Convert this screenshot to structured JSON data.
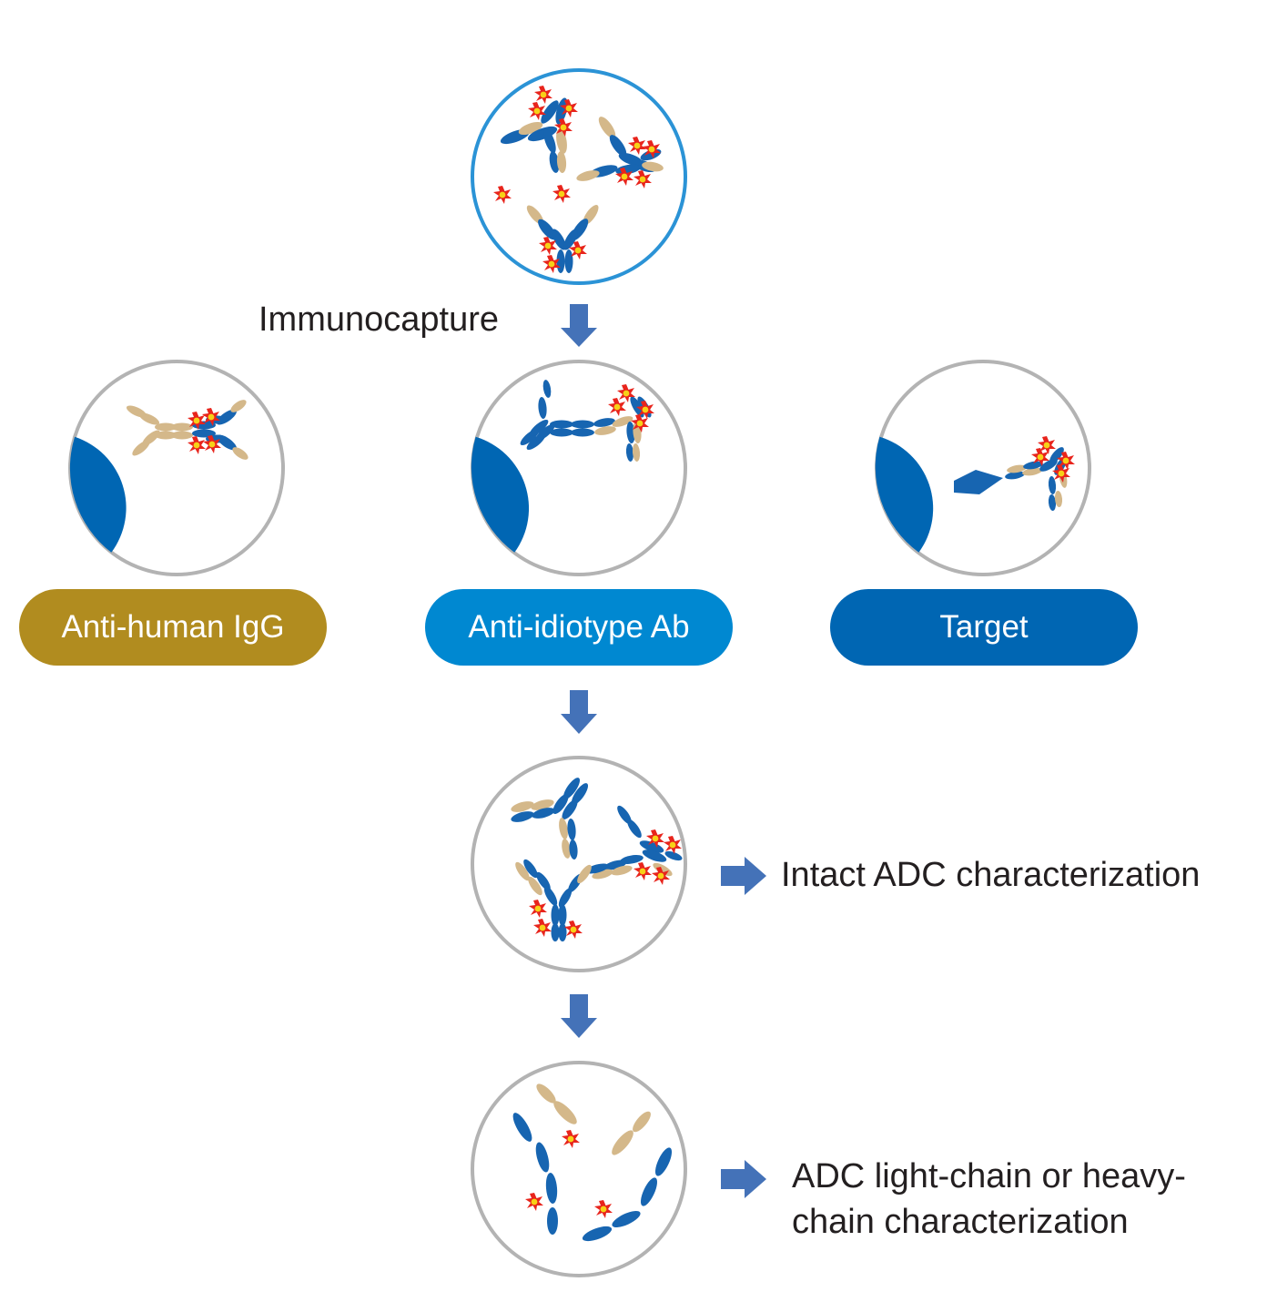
{
  "labels": {
    "immunocapture": "Immunocapture",
    "intact": "Intact ADC characterization",
    "chain_line1": "ADC light-chain or heavy-",
    "chain_line2": "chain characterization"
  },
  "capture_options": [
    {
      "label": "Anti-human IgG",
      "color": "#b18c1f"
    },
    {
      "label": "Anti-idiotype Ab",
      "color": "#0088d1"
    },
    {
      "label": "Target",
      "color": "#0066b3"
    }
  ],
  "colors": {
    "heavy_chain": "#1765b1",
    "light_chain": "#d4b88a",
    "bead": "#0066b3",
    "sample_ring": "#2b93d6",
    "ring": "#b3b3b3",
    "arrow": "#4472b8",
    "payload_outer": "#e8241c",
    "payload_inner": "#f7d117"
  },
  "icons": [
    "antibody-icon",
    "payload-icon",
    "bead-icon",
    "down-arrow-icon",
    "right-arrow-icon"
  ]
}
